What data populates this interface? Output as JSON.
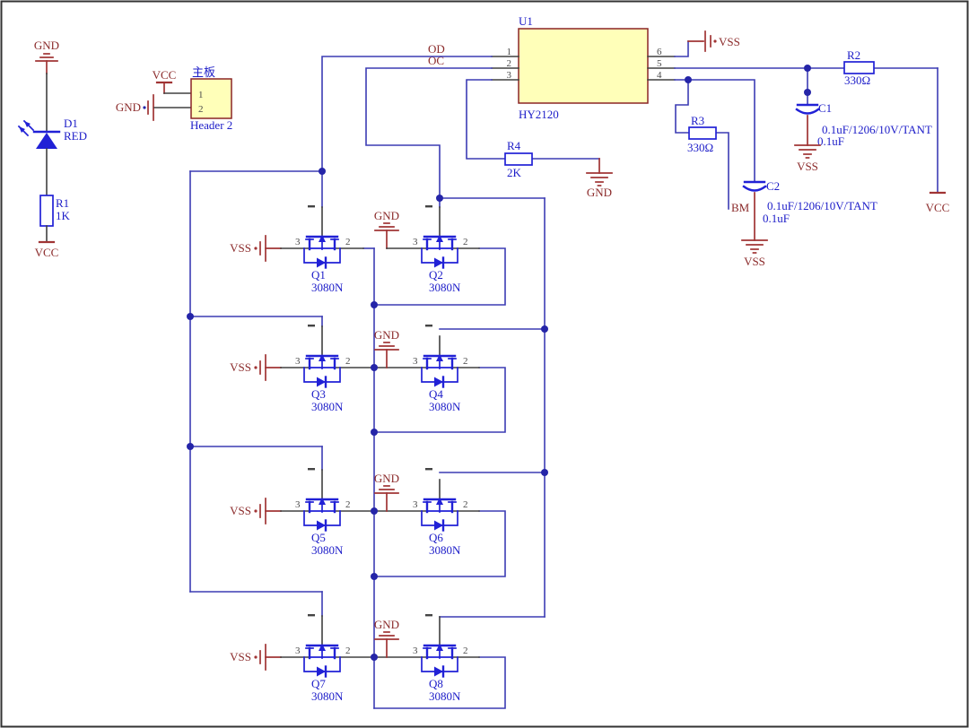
{
  "colors": {
    "wire": "#3c3cb4",
    "component": "#2121d6",
    "power_symbol": "#a03434",
    "net_text": "#8b2a2a",
    "designator_text": "#1c1cc8",
    "ic_fill": "#ffffb9",
    "ic_border": "#8b2525",
    "pin_line": "#404040",
    "junction": "#2525a8",
    "background": "#ffffff"
  },
  "nets": {
    "gnd": "GND",
    "vss": "VSS",
    "vcc": "VCC",
    "od": "OD",
    "oc": "OC",
    "bm": "BM"
  },
  "d1": {
    "designator": "D1",
    "value": "RED"
  },
  "r1": {
    "designator": "R1",
    "value": "1K"
  },
  "header": {
    "label": "主板",
    "value": "Header 2",
    "pin1": "1",
    "pin2": "2"
  },
  "u1": {
    "designator": "U1",
    "value": "HY2120",
    "pin_numbers": [
      "1",
      "2",
      "3",
      "4",
      "5",
      "6"
    ]
  },
  "r2": {
    "designator": "R2",
    "value": "330Ω"
  },
  "r3": {
    "designator": "R3",
    "value": "330Ω"
  },
  "r4": {
    "designator": "R4",
    "value": "2K"
  },
  "c1": {
    "designator": "C1",
    "value": "0.1uF/1206/10V/TANT",
    "value2": "0.1uF"
  },
  "c2": {
    "designator": "C2",
    "value": "0.1uF/1206/10V/TANT",
    "value2": "0.1uF"
  },
  "fet_pins": {
    "source": "3",
    "drain": "2"
  },
  "mosfets": [
    {
      "designator": "Q1",
      "value": "3080N"
    },
    {
      "designator": "Q2",
      "value": "3080N"
    },
    {
      "designator": "Q3",
      "value": "3080N"
    },
    {
      "designator": "Q4",
      "value": "3080N"
    },
    {
      "designator": "Q5",
      "value": "3080N"
    },
    {
      "designator": "Q6",
      "value": "3080N"
    },
    {
      "designator": "Q7",
      "value": "3080N"
    },
    {
      "designator": "Q8",
      "value": "3080N"
    }
  ]
}
